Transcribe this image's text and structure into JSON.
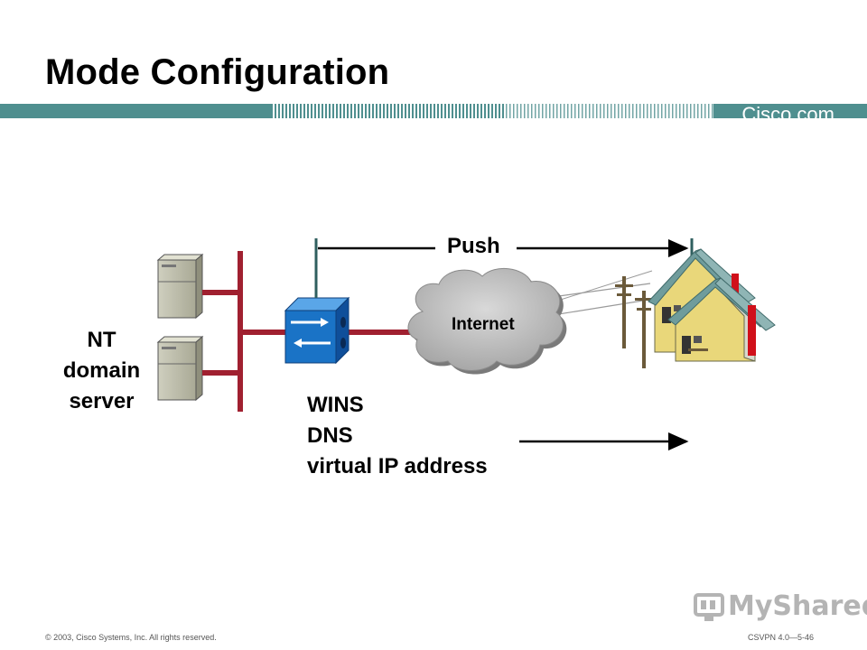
{
  "slide": {
    "title": "Mode Configuration",
    "brand": "Cisco.com",
    "copyright": "© 2003, Cisco Systems, Inc. All rights reserved.",
    "course_code": "CSVPN 4.0—5-46",
    "watermark": "MyShared"
  },
  "diagram": {
    "server_label": [
      "NT",
      "domain",
      "server"
    ],
    "push_label": "Push",
    "cloud_label": "Internet",
    "pushed_items": [
      "WINS",
      "DNS",
      "virtual IP address"
    ]
  },
  "colors": {
    "header_band": "#4f8f8f",
    "lan_bus": "#a02030",
    "concentrator": "#1a73c6",
    "cloud": "#b4b4b4",
    "house_roof": "#6f9c9c",
    "house_wall": "#e9d77a",
    "chimney": "#d0101a"
  },
  "icons": [
    "server-icon",
    "vpn-concentrator-icon",
    "internet-cloud-icon",
    "utility-pole-icon",
    "home-office-icon"
  ]
}
